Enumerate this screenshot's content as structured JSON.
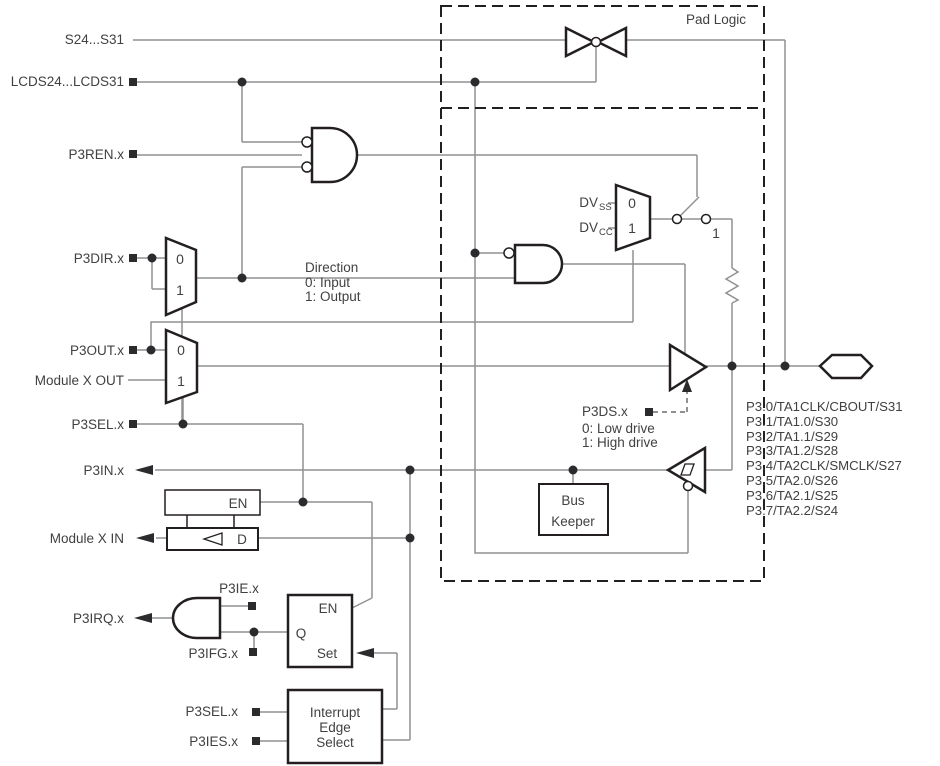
{
  "title": "Pad Logic",
  "left_signals": {
    "s": "S24...S31",
    "lcds": "LCDS24...LCDS31",
    "p3ren": "P3REN.x",
    "p3dir": "P3DIR.x",
    "p3out": "P3OUT.x",
    "module_out": "Module X OUT",
    "p3sel": "P3SEL.x",
    "p3in": "P3IN.x",
    "module_in": "Module X IN",
    "p3irq": "P3IRQ.x"
  },
  "direction_note": {
    "line1": "Direction",
    "line2": "0: Input",
    "line3": "1: Output"
  },
  "drive_note": {
    "label": "P3DS.x",
    "line1": "0: Low drive",
    "line2": "1: High drive"
  },
  "power": {
    "dv": "DV",
    "ss": "SS",
    "cc": "CC"
  },
  "mux": {
    "zero": "0",
    "one": "1"
  },
  "switch": {
    "closed_label": "1"
  },
  "latch": {
    "en": "EN",
    "d": "D"
  },
  "flipflop": {
    "en": "EN",
    "q": "Q",
    "set": "Set"
  },
  "interrupt": {
    "p3ie": "P3IE.x",
    "p3ifg": "P3IFG.x",
    "p3sel": "P3SEL.x",
    "p3ies": "P3IES.x"
  },
  "ies_block": {
    "line1": "Interrupt",
    "line2": "Edge",
    "line3": "Select"
  },
  "bus_keeper": {
    "line1": "Bus",
    "line2": "Keeper"
  },
  "pin_list": {
    "items": [
      "P3.0/TA1CLK/CBOUT/S31",
      "P3.1/TA1.0/S30",
      "P3.2/TA1.1/S29",
      "P3.3/TA1.2/S28",
      "P3.4/TA2CLK/SMCLK/S27",
      "P3.5/TA2.0/S26",
      "P3.6/TA2.1/S25",
      "P3.7/TA2.2/S24"
    ]
  },
  "colors": {
    "wire": "#8f9193",
    "ink": "#231f20",
    "text": "#414042"
  }
}
